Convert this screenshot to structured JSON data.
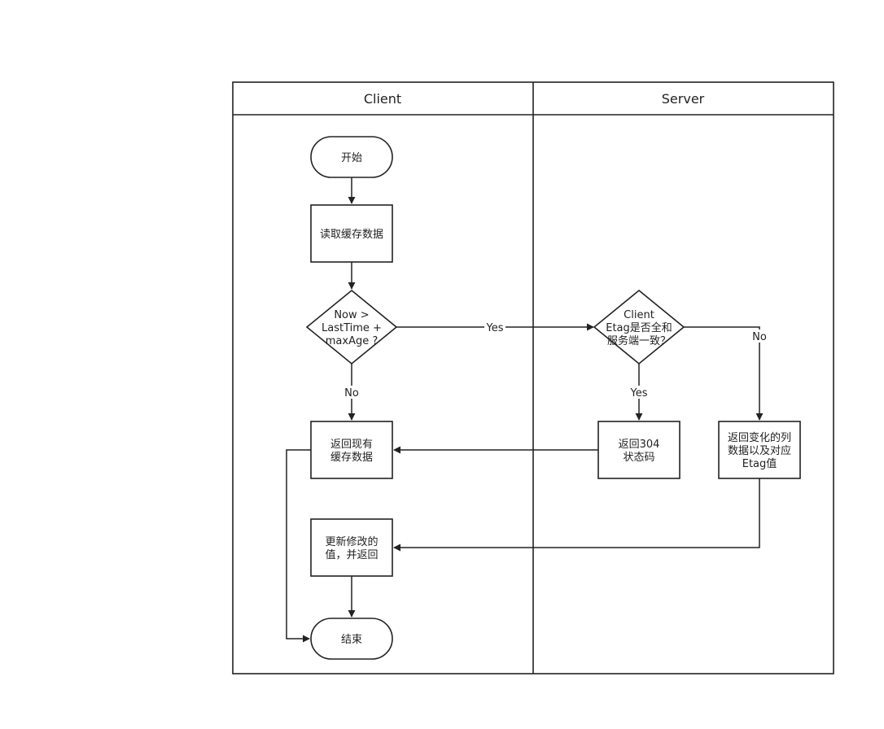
{
  "lanes": [
    {
      "id": "client",
      "title": "Client"
    },
    {
      "id": "server",
      "title": "Server"
    }
  ],
  "nodes": {
    "start": {
      "shape": "terminator",
      "lines": [
        "开始"
      ]
    },
    "read_cache": {
      "shape": "process",
      "lines": [
        "读取缓存数据"
      ]
    },
    "check_age": {
      "shape": "decision",
      "lines": [
        "Now >",
        "LastTime +",
        "maxAge ?"
      ]
    },
    "return_cache": {
      "shape": "process",
      "lines": [
        "返回现有",
        "缓存数据"
      ]
    },
    "update": {
      "shape": "process",
      "lines": [
        "更新修改的",
        "值，并返回"
      ]
    },
    "end": {
      "shape": "terminator",
      "lines": [
        "结束"
      ]
    },
    "check_etag": {
      "shape": "decision",
      "lines": [
        "Client",
        "Etag是否全和",
        "服务端一致？"
      ]
    },
    "return_304": {
      "shape": "process",
      "lines": [
        "返回304",
        "状态码"
      ]
    },
    "return_changed": {
      "shape": "process",
      "lines": [
        "返回变化的列",
        "数据以及对应",
        "Etag值"
      ]
    }
  },
  "edges": [
    {
      "id": "start_to_read",
      "from": "start",
      "to": "read_cache",
      "label": ""
    },
    {
      "id": "read_to_check",
      "from": "read_cache",
      "to": "check_age",
      "label": ""
    },
    {
      "id": "check_yes",
      "from": "check_age",
      "to": "check_etag",
      "label": "Yes"
    },
    {
      "id": "check_no",
      "from": "check_age",
      "to": "return_cache",
      "label": "No"
    },
    {
      "id": "etag_yes",
      "from": "check_etag",
      "to": "return_304",
      "label": "Yes"
    },
    {
      "id": "etag_no",
      "from": "check_etag",
      "to": "return_changed",
      "label": "No"
    },
    {
      "id": "r304_to_cache",
      "from": "return_304",
      "to": "return_cache",
      "label": ""
    },
    {
      "id": "changed_to_update",
      "from": "return_changed",
      "to": "update",
      "label": ""
    },
    {
      "id": "update_to_end",
      "from": "update",
      "to": "end",
      "label": ""
    },
    {
      "id": "cache_to_end",
      "from": "return_cache",
      "to": "end",
      "label": ""
    }
  ]
}
